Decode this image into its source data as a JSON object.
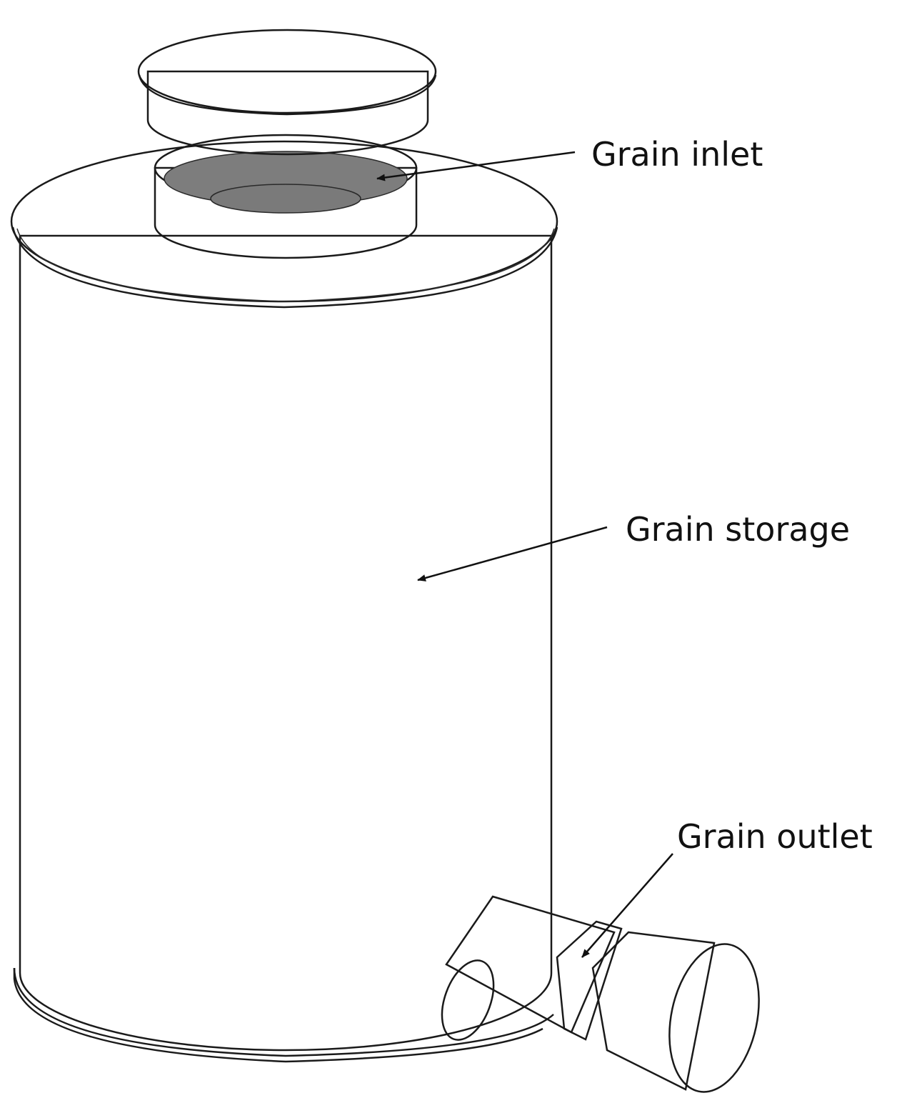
{
  "labels": {
    "inlet": "Grain inlet",
    "storage": "Grain storage",
    "outlet": "Grain outlet"
  },
  "colors": {
    "background": "#ffffff",
    "body_mid": "#7a7a7a",
    "body_dark": "#555555",
    "body_light": "#8c8c8c",
    "top_surface": "#858585",
    "edge": "#1a1a1a"
  }
}
